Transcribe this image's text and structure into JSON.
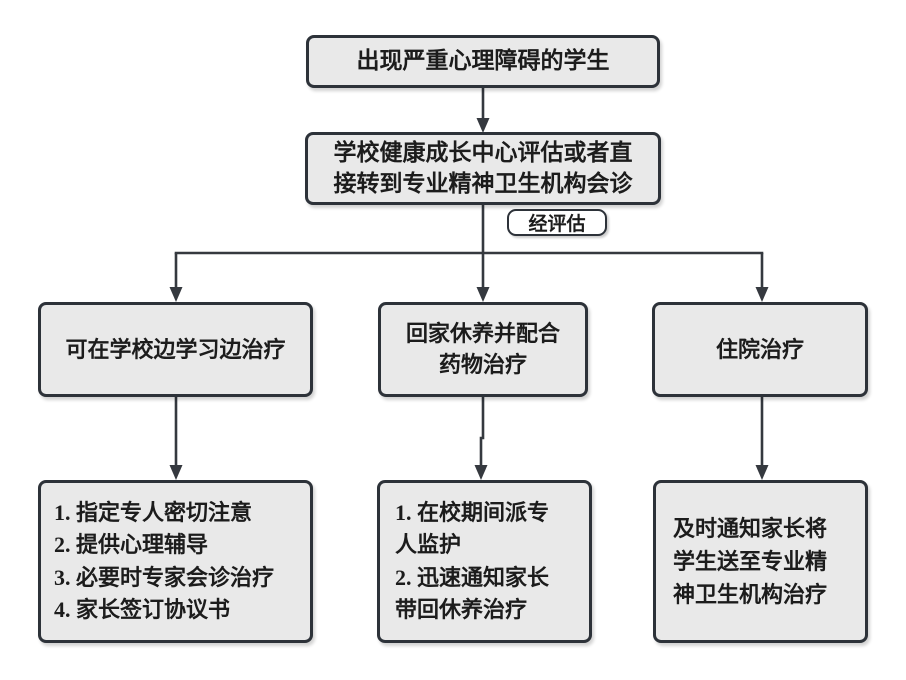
{
  "flowchart": {
    "nodes": {
      "severe_students": {
        "text": "出现严重心理障碍的学生"
      },
      "assessment": {
        "text": "学校健康成长中心评估或者直\n接转到专业精神卫生机构会诊"
      },
      "branch_school": {
        "text": "可在学校边学习边治疗"
      },
      "branch_home": {
        "text": "回家休养并配合\n药物治疗"
      },
      "branch_hospital": {
        "text": "住院治疗"
      },
      "detail_school": {
        "text": "1. 指定专人密切注意\n2. 提供心理辅导\n3. 必要时专家会诊治疗\n4. 家长签订协议书"
      },
      "detail_home": {
        "text": "1. 在校期间派专\n人监护\n2. 迅速通知家长\n带回休养治疗"
      },
      "detail_hospital": {
        "text": "及时通知家长将\n学生送至专业精\n神卫生机构治疗"
      }
    },
    "edge_label": {
      "text": "经评估"
    },
    "colors": {
      "node_fill": "#e9e9e9",
      "node_border": "#2d3239",
      "line": "#35393f",
      "text": "#1c1c1c",
      "label_fill": "#ffffff",
      "page_bg": "#ffffff"
    }
  }
}
